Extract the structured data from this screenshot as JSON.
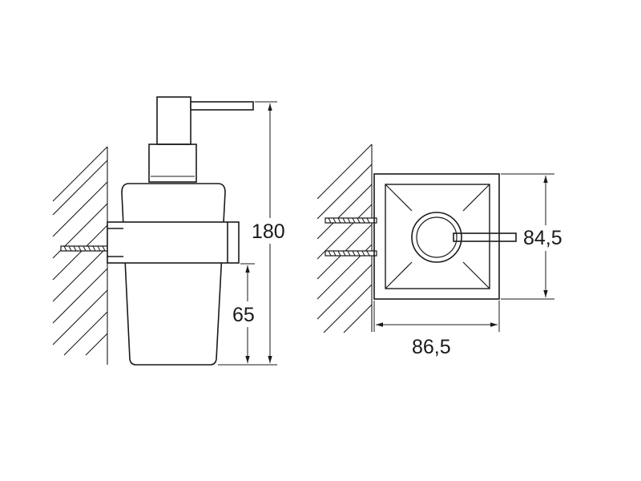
{
  "drawing": {
    "line_color": "#1a1a1a",
    "background": "#ffffff",
    "dimensions": {
      "total_height": "180",
      "bracket_height": "65",
      "depth": "84,5",
      "width": "86,5"
    }
  }
}
